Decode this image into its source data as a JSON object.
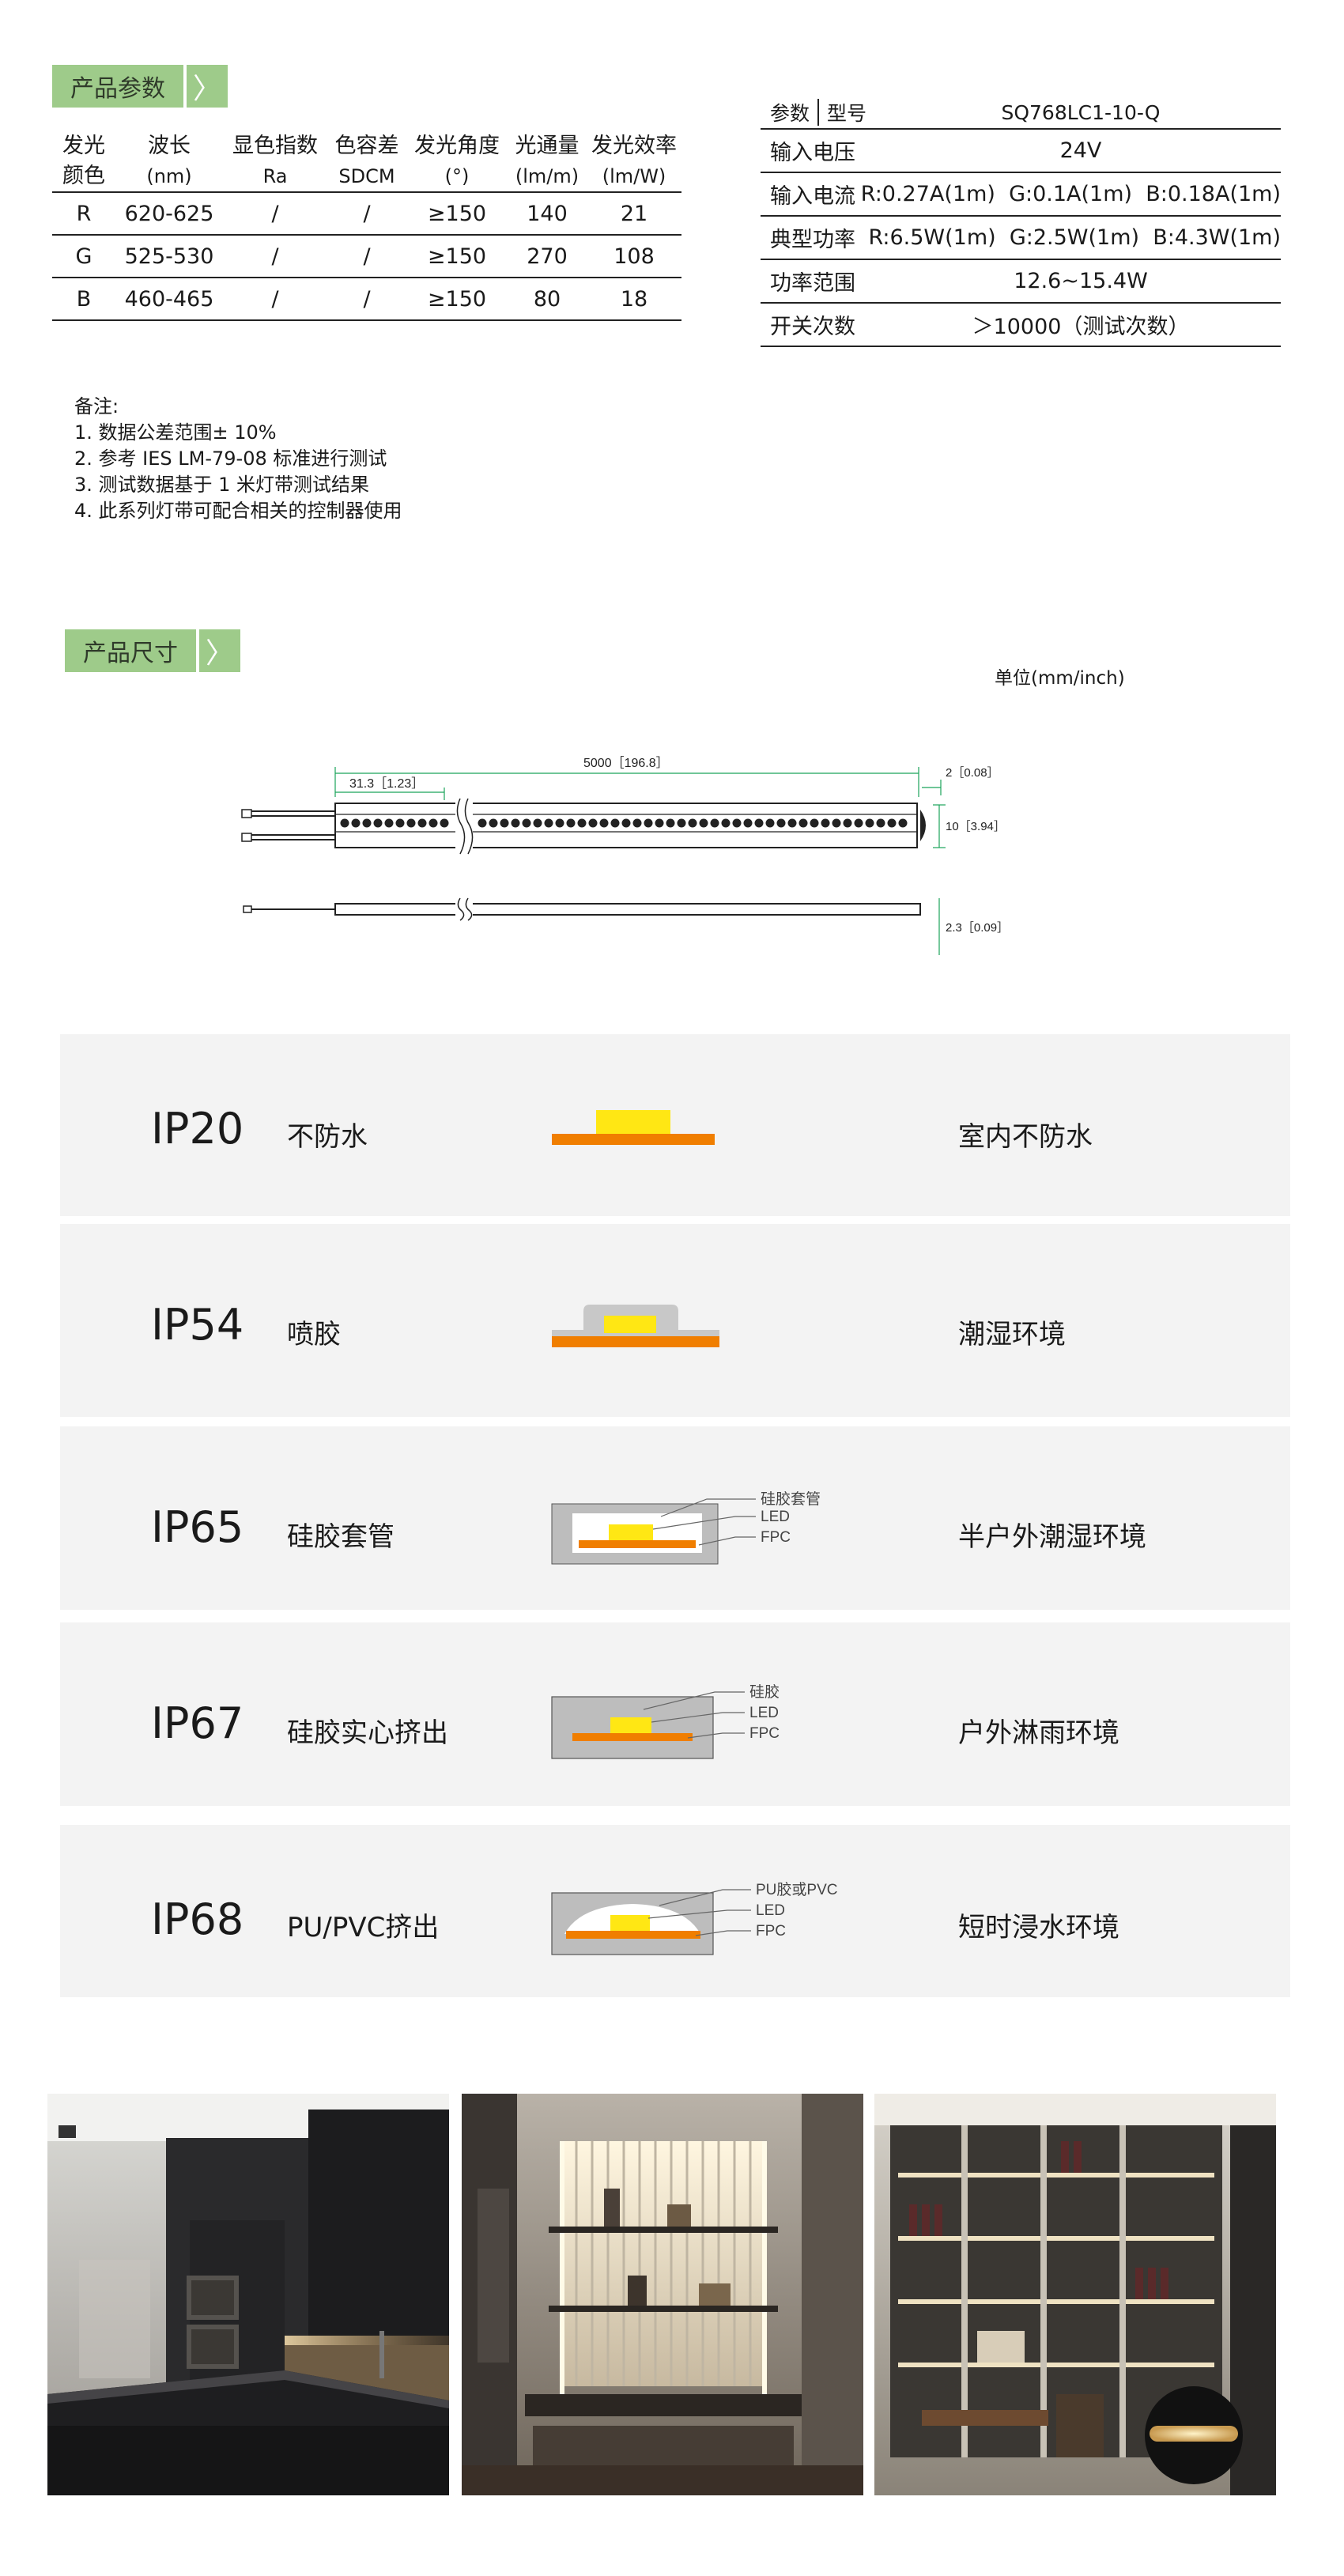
{
  "section_params": {
    "title": "产品参数",
    "arrow": "〉"
  },
  "param_table": {
    "headers": [
      {
        "line1": "发光",
        "line2": "颜色"
      },
      {
        "line1": "波长",
        "line2": "(nm)"
      },
      {
        "line1": "显色指数",
        "line2": "Ra"
      },
      {
        "line1": "色容差",
        "line2": "SDCM"
      },
      {
        "line1": "发光角度",
        "line2": "(°)"
      },
      {
        "line1": "光通量",
        "line2": "(lm/m)"
      },
      {
        "line1": "发光效率",
        "line2": "(lm/W)"
      }
    ],
    "rows": [
      [
        "R",
        "620-625",
        "/",
        "/",
        "≥150",
        "140",
        "21"
      ],
      [
        "G",
        "525-530",
        "/",
        "/",
        "≥150",
        "270",
        "108"
      ],
      [
        "B",
        "460-465",
        "/",
        "/",
        "≥150",
        "80",
        "18"
      ]
    ]
  },
  "spec_table": {
    "head_key": "参数",
    "head_key2": "型号",
    "model": "SQ768LC1-10-Q",
    "rows": [
      {
        "key": "输入电压",
        "value": "24V"
      },
      {
        "key": "输入电流",
        "value": "R:0.27A(1m)  G:0.1A(1m)  B:0.18A(1m)"
      },
      {
        "key": "典型功率",
        "value": "R:6.5W(1m)  G:2.5W(1m)  B:4.3W(1m)"
      },
      {
        "key": "功率范围",
        "value": "12.6~15.4W"
      },
      {
        "key": "开关次数",
        "value": "＞10000（测试次数）"
      }
    ]
  },
  "notes": {
    "title": "备注:",
    "items": [
      "1. 数据公差范围± 10%",
      "2. 参考 IES LM-79-08 标准进行测试",
      "3. 测试数据基于 1 米灯带测试结果",
      "4. 此系列灯带可配合相关的控制器使用"
    ]
  },
  "section_size": {
    "title": "产品尺寸",
    "arrow": "〉"
  },
  "dimension": {
    "unit": "单位(mm/inch)",
    "length": "5000［196.8］",
    "pitch": "31.3［1.23］",
    "thickness_top": "2［0.08］",
    "width": "10［3.94］",
    "thickness_side": "2.3［0.09］"
  },
  "ip_levels": [
    {
      "code": "IP20",
      "name": "不防水",
      "env": "室内不防水",
      "labels": []
    },
    {
      "code": "IP54",
      "name": "喷胶",
      "env": "潮湿环境",
      "labels": []
    },
    {
      "code": "IP65",
      "name": "硅胶套管",
      "env": "半户外潮湿环境",
      "labels": [
        "硅胶套管",
        "LED",
        "FPC"
      ]
    },
    {
      "code": "IP67",
      "name": "硅胶实心挤出",
      "env": "户外淋雨环境",
      "labels": [
        "硅胶",
        "LED",
        "FPC"
      ]
    },
    {
      "code": "IP68",
      "name": "PU/PVC挤出",
      "env": "短时浸水环境",
      "labels": [
        "PU胶或PVC",
        "LED",
        "FPC"
      ]
    }
  ],
  "colors": {
    "accent_green": "#9ecb8a",
    "led_yellow": "#ffe714",
    "fpc_orange": "#f07e00",
    "panel_bg": "#f3f3f3"
  },
  "photos": [
    {
      "name": "kitchen-photo"
    },
    {
      "name": "display-shelf-photo"
    },
    {
      "name": "wine-cabinet-photo"
    }
  ]
}
